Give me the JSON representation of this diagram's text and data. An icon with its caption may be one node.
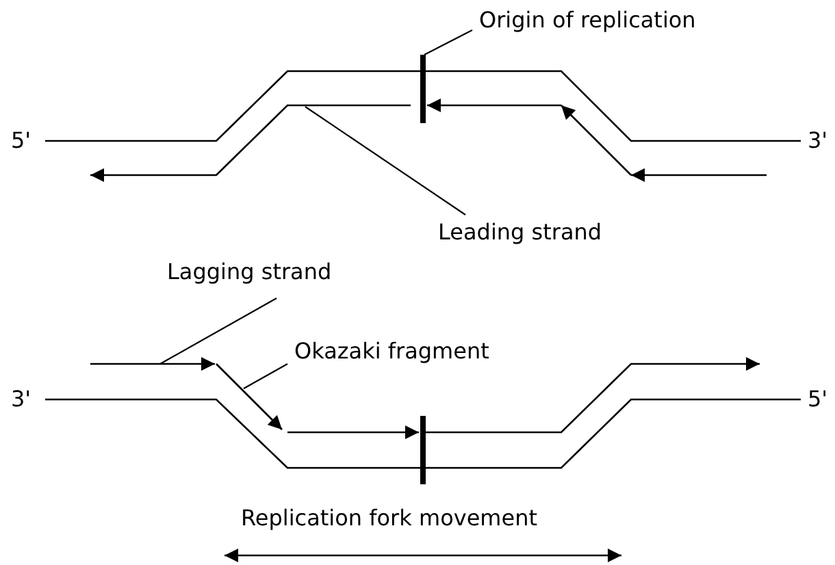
{
  "diagram": {
    "nodes": [
      {
        "text": [
          "Origin of replication"
        ]
      },
      {
        "text": [
          "Leading strand"
        ]
      },
      {
        "text": [
          "Lagging strand"
        ]
      },
      {
        "text": [
          "Okazaki fragment"
        ]
      }
    ],
    "edges": [
      {
        "from": 0,
        "to": null,
        "arrow": "none"
      },
      {
        "from": 1,
        "to": null,
        "arrow": "none"
      },
      {
        "from": 2,
        "to": null,
        "arrow": "none"
      },
      {
        "from": 3,
        "to": null,
        "arrow": "none"
      }
    ],
    "labels": [
      "5'",
      "3'",
      "3'",
      "5'",
      "Replication fork movement"
    ]
  }
}
